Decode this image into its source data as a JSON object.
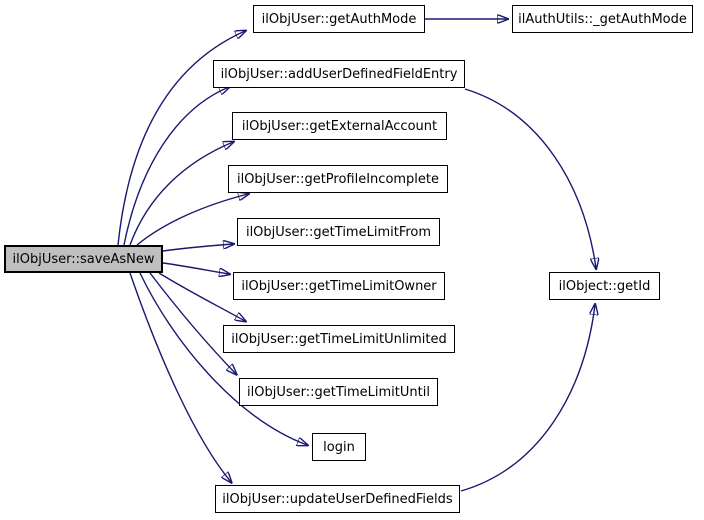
{
  "diagram": {
    "type": "doxygen-call-graph",
    "background_color": "#ffffff",
    "edge_color": "#191970",
    "node_border_color": "#000000",
    "node_fill_color": "#ffffff",
    "selected_node_fill_color": "#bfbfbf",
    "nodes": [
      {
        "id": "saveAsNew",
        "label": "ilObjUser::saveAsNew",
        "selected": true
      },
      {
        "id": "getAuthMode",
        "label": "ilObjUser::getAuthMode"
      },
      {
        "id": "authUtilsGetAuthMode",
        "label": "ilAuthUtils::_getAuthMode"
      },
      {
        "id": "addUDFEntry",
        "label": "ilObjUser::addUserDefinedFieldEntry"
      },
      {
        "id": "getExternalAccount",
        "label": "ilObjUser::getExternalAccount"
      },
      {
        "id": "getProfileIncomplete",
        "label": "ilObjUser::getProfileIncomplete"
      },
      {
        "id": "getTimeLimitFrom",
        "label": "ilObjUser::getTimeLimitFrom"
      },
      {
        "id": "getTimeLimitOwner",
        "label": "ilObjUser::getTimeLimitOwner"
      },
      {
        "id": "getTimeLimitUnlim",
        "label": "ilObjUser::getTimeLimitUnlimited"
      },
      {
        "id": "getTimeLimitUntil",
        "label": "ilObjUser::getTimeLimitUntil"
      },
      {
        "id": "login",
        "label": "login"
      },
      {
        "id": "updateUDFields",
        "label": "ilObjUser::updateUserDefinedFields"
      },
      {
        "id": "getId",
        "label": "ilObject::getId"
      }
    ],
    "edges": [
      {
        "from": "ilObjUser::saveAsNew",
        "to": "ilObjUser::getAuthMode"
      },
      {
        "from": "ilObjUser::saveAsNew",
        "to": "ilObjUser::addUserDefinedFieldEntry"
      },
      {
        "from": "ilObjUser::saveAsNew",
        "to": "ilObjUser::getExternalAccount"
      },
      {
        "from": "ilObjUser::saveAsNew",
        "to": "ilObjUser::getProfileIncomplete"
      },
      {
        "from": "ilObjUser::saveAsNew",
        "to": "ilObjUser::getTimeLimitFrom"
      },
      {
        "from": "ilObjUser::saveAsNew",
        "to": "ilObjUser::getTimeLimitOwner"
      },
      {
        "from": "ilObjUser::saveAsNew",
        "to": "ilObjUser::getTimeLimitUnlimited"
      },
      {
        "from": "ilObjUser::saveAsNew",
        "to": "ilObjUser::getTimeLimitUntil"
      },
      {
        "from": "ilObjUser::saveAsNew",
        "to": "login"
      },
      {
        "from": "ilObjUser::saveAsNew",
        "to": "ilObjUser::updateUserDefinedFields"
      },
      {
        "from": "ilObjUser::getAuthMode",
        "to": "ilAuthUtils::_getAuthMode"
      },
      {
        "from": "ilObjUser::addUserDefinedFieldEntry",
        "to": "ilObject::getId"
      },
      {
        "from": "ilObjUser::updateUserDefinedFields",
        "to": "ilObject::getId"
      }
    ]
  }
}
